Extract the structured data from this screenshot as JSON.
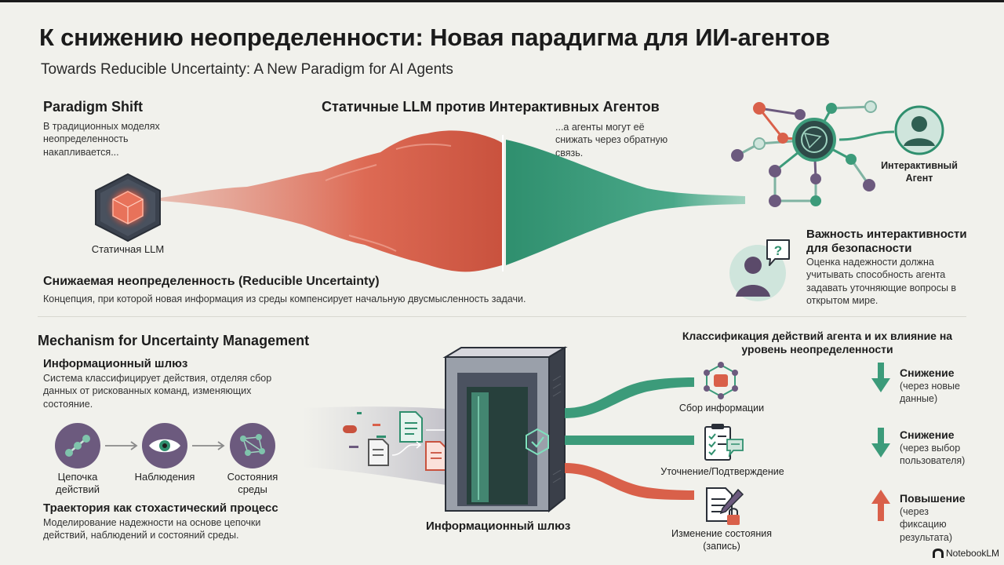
{
  "header": {
    "title": "К снижению неопределенности: Новая парадигма для ИИ-агентов",
    "subtitle": "Towards Reducible Uncertainty: A New Paradigm for AI Agents"
  },
  "top": {
    "paradigm_title": "Paradigm Shift",
    "paradigm_text": "В традиционных моделях неопределенность накапливается...",
    "static_llm_label": "Статичная LLM",
    "center_title": "Статичные LLM против Интерактивных Агентов",
    "agents_text": "...а агенты могут её снижать через обратную связь.",
    "agent_label": "Интерактивный Агент",
    "safety_title": "Важность интерактивности для безопасности",
    "safety_text": "Оценка надежности должна учитывать способность агента задавать уточняющие вопросы в открытом мире.",
    "safety_icon_glyph": "?",
    "reducible_title": "Снижаемая неопределенность (Reducible Uncertainty)",
    "reducible_text": "Концепция, при которой новая информация из среды компенсирует начальную двусмысленность задачи."
  },
  "bottom": {
    "mechanism_title": "Mechanism for Uncertainty Management",
    "gateway_title": "Информационный шлюз",
    "gateway_text": "Система классифицирует действия, отделяя сбор данных от рискованных команд, изменяющих состояние.",
    "flow": [
      {
        "label": "Цепочка действий",
        "icon": "chain-icon"
      },
      {
        "label": "Наблюдения",
        "icon": "eye-icon"
      },
      {
        "label": "Состояния среды",
        "icon": "network-icon"
      }
    ],
    "trajectory_title": "Траектория как стохастический процесс",
    "trajectory_text": "Моделирование надежности на основе цепочки действий, наблюдений и состояний среды.",
    "gateway_label": "Информационный шлюз",
    "classification_title": "Классификация действий агента и их влияние на уровень неопределенности",
    "actions": [
      {
        "label": "Сбор информации",
        "effect": "Снижение",
        "detail": "(через новые данные)",
        "direction": "down",
        "color": "#3c9b7a"
      },
      {
        "label": "Уточнение/Подтверждение",
        "effect": "Снижение",
        "detail": "(через выбор пользователя)",
        "direction": "down",
        "color": "#3c9b7a"
      },
      {
        "label": "Изменение состояния (запись)",
        "effect": "Повышение",
        "detail": "(через фиксацию результата)",
        "direction": "up",
        "color": "#d9604a"
      }
    ]
  },
  "footer": {
    "brand": "NotebookLM"
  },
  "colors": {
    "red": "#d9604a",
    "green": "#3c9b7a",
    "purple": "#6c5a7e",
    "dark": "#1d1d1d"
  }
}
